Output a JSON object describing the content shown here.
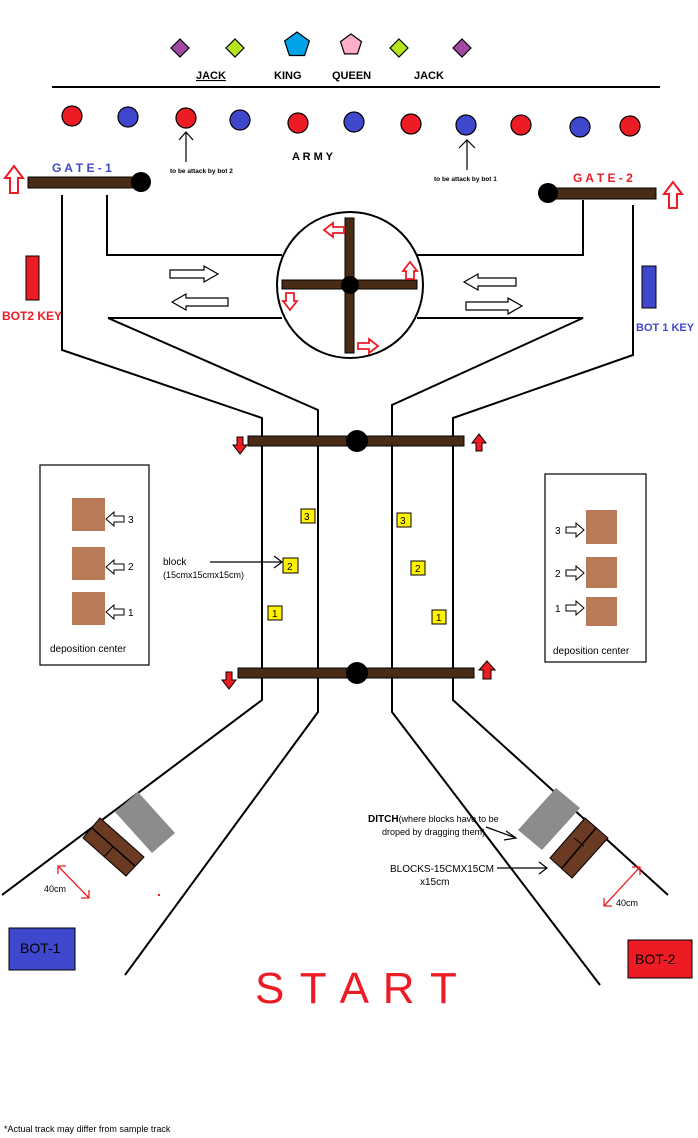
{
  "royals": {
    "labels": [
      "JACK",
      "KING",
      "QUEEN",
      "JACK"
    ],
    "pieces": [
      {
        "name": "jack-piece",
        "color": "#a349a4"
      },
      {
        "name": "guard-piece",
        "color": "#b5e61d"
      },
      {
        "name": "king-piece",
        "color": "#00a2e8"
      },
      {
        "name": "queen-piece",
        "color": "#ffaec9"
      },
      {
        "name": "guard-piece",
        "color": "#b5e61d"
      },
      {
        "name": "jack-piece",
        "color": "#a349a4"
      }
    ]
  },
  "army": {
    "label": "A R M Y",
    "soldiers": [
      "red",
      "blue",
      "red",
      "blue",
      "red",
      "blue",
      "red",
      "blue",
      "red",
      "blue",
      "red"
    ],
    "attack_by_bot2": "to be attack by bot 2",
    "attack_by_bot1": "to be attack by bot 1"
  },
  "gates": {
    "gate1": "G A T E - 1",
    "gate2": "G A T E - 2"
  },
  "keys": {
    "bot2_key": "BOT2 KEY",
    "bot1_key": "BOT 1 KEY"
  },
  "blocks": {
    "label_line1": "block",
    "label_line2": "(15cmx15cmx15cm)",
    "left_lane": [
      "3",
      "2",
      "1"
    ],
    "right_lane": [
      "3",
      "2",
      "1"
    ]
  },
  "deposition": {
    "label": "deposition center",
    "slots": [
      "3",
      "2",
      "1"
    ]
  },
  "ditch": {
    "title": "DITCH",
    "note_line1": "(where blocks have to be",
    "note_line2": "droped by dragging them)"
  },
  "blocks_size": {
    "line1": "BLOCKS-15CMX15CM",
    "line2": "x15cm"
  },
  "distance": "40cm",
  "bots": {
    "bot1": "BOT-1",
    "bot2": "BOT-2"
  },
  "start": "S T A R T",
  "footnote": "*Actual track may differ from sample track",
  "colors": {
    "red": "#ed1c24",
    "blue": "#3f48cc",
    "bar": "#4a2b16",
    "block": "#b97a57",
    "yellow": "#fff200",
    "ditch": "#8c8c8c",
    "crate": "#6b3a22"
  }
}
